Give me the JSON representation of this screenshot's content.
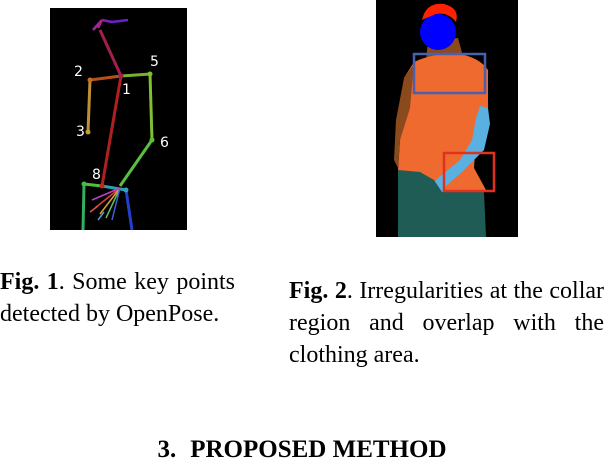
{
  "figure1": {
    "keypoint_labels": [
      "2",
      "5",
      "1",
      "3",
      "6",
      "8"
    ],
    "caption": {
      "label": "Fig. 1",
      "text": ".   Some key points detected by OpenPose."
    }
  },
  "figure2": {
    "caption": {
      "label": "Fig. 2",
      "text": ".   Irregularities at the collar region and overlap with the clothing area."
    }
  },
  "section": {
    "number": "3.",
    "title": "PROPOSED METHOD"
  },
  "colors": {
    "skin": "#8a4a1c",
    "shirt": "#ee6a2e",
    "arm": "#5ab0e0",
    "face": "#0000ff",
    "hair": "#ff2200",
    "pants": "#1f5c55",
    "collar_box": "#4a5fb0",
    "overlap_box": "#e03020"
  }
}
